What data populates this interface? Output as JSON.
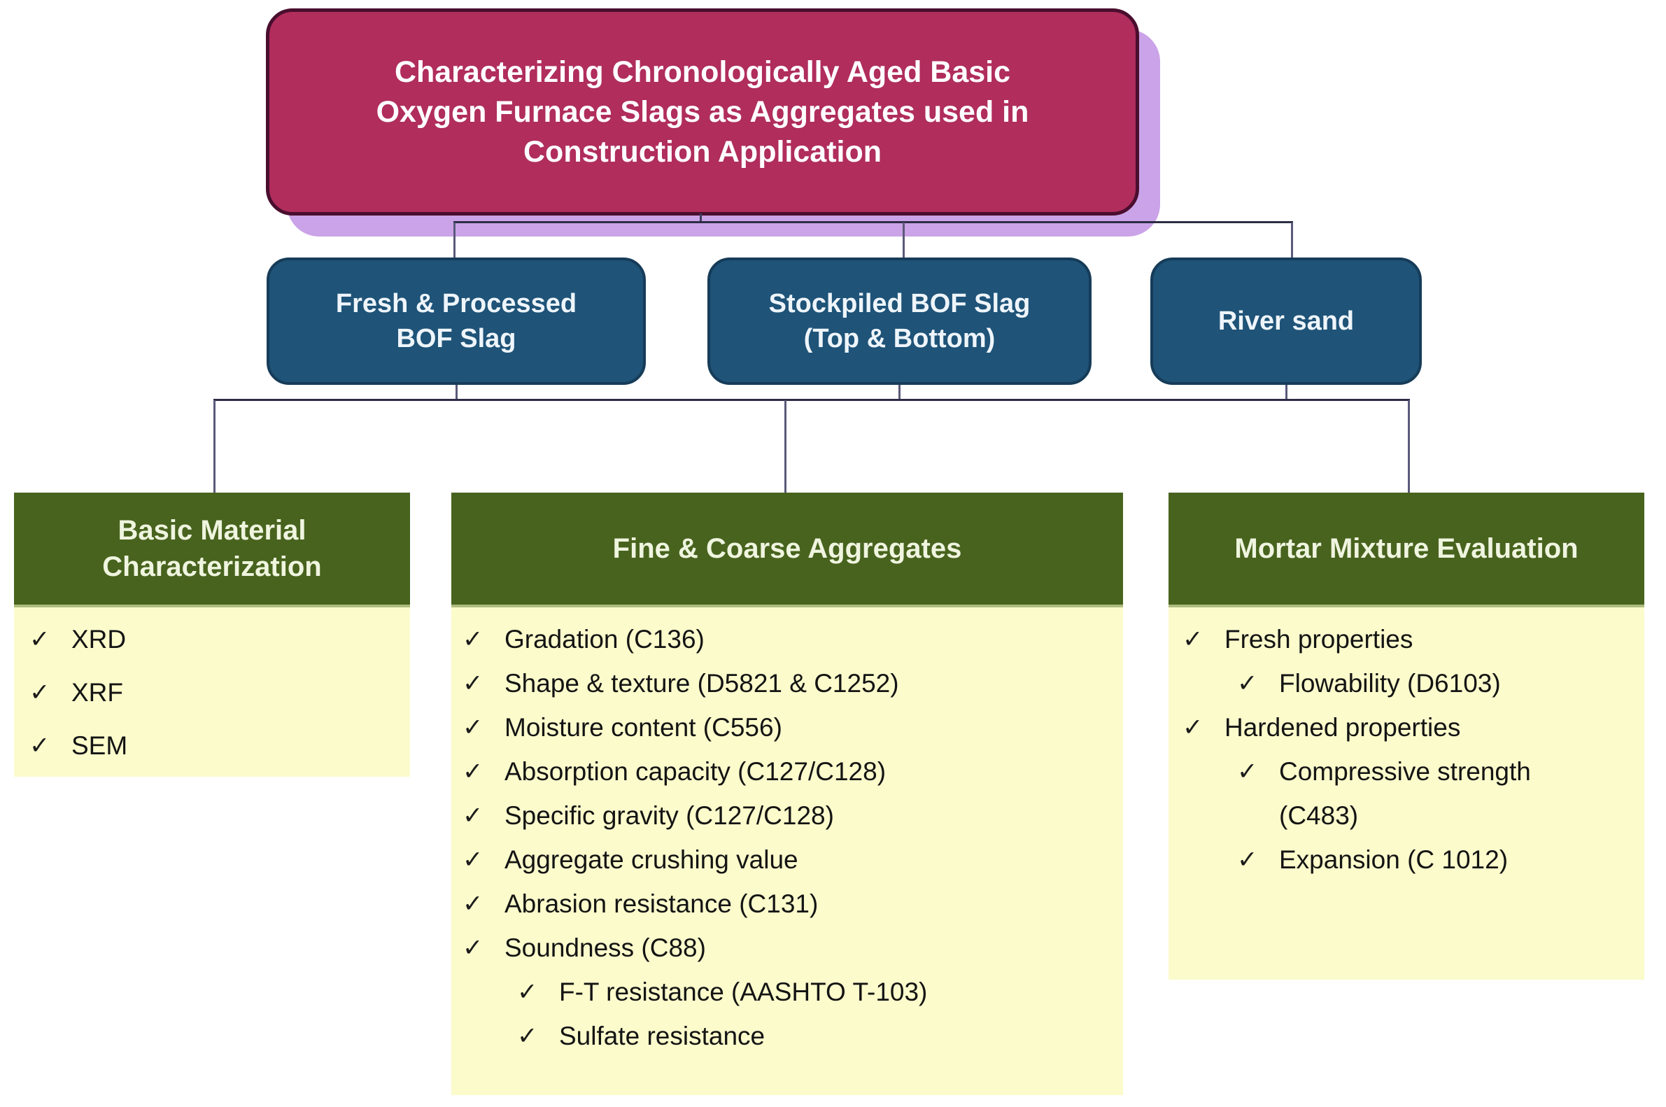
{
  "title": {
    "lines": [
      "Characterizing Chronologically Aged Basic",
      "Oxygen Furnace Slags as Aggregates used in",
      "Construction Application"
    ]
  },
  "sources": [
    {
      "lines": [
        "Fresh & Processed",
        "BOF Slag"
      ]
    },
    {
      "lines": [
        "Stockpiled BOF Slag",
        "(Top & Bottom)"
      ]
    },
    {
      "lines": [
        "River sand"
      ]
    }
  ],
  "panels": [
    {
      "header": "Basic Material Characterization",
      "header_lines": [
        "Basic Material",
        "Characterization"
      ],
      "items": [
        {
          "text": "XRD",
          "indent": 0,
          "check": true
        },
        {
          "text": "XRF",
          "indent": 0,
          "check": true
        },
        {
          "text": "SEM",
          "indent": 0,
          "check": true
        }
      ]
    },
    {
      "header": "Fine & Coarse Aggregates",
      "items": [
        {
          "text": "Gradation (C136)",
          "indent": 0,
          "check": true
        },
        {
          "text": "Shape & texture (D5821 & C1252)",
          "indent": 0,
          "check": true
        },
        {
          "text": "Moisture content (C556)",
          "indent": 0,
          "check": true
        },
        {
          "text": "Absorption capacity (C127/C128)",
          "indent": 0,
          "check": true
        },
        {
          "text": "Specific gravity (C127/C128)",
          "indent": 0,
          "check": true
        },
        {
          "text": "Aggregate crushing value",
          "indent": 0,
          "check": true
        },
        {
          "text": "Abrasion resistance (C131)",
          "indent": 0,
          "check": true
        },
        {
          "text": "Soundness (C88)",
          "indent": 0,
          "check": true
        },
        {
          "text": "F-T resistance (AASHTO T-103)",
          "indent": 1,
          "check": true
        },
        {
          "text": "Sulfate resistance",
          "indent": 1,
          "check": true
        }
      ]
    },
    {
      "header": "Mortar Mixture Evaluation",
      "items": [
        {
          "text": "Fresh properties",
          "indent": 0,
          "check": true
        },
        {
          "text": "Flowability (D6103)",
          "indent": 1,
          "check": true
        },
        {
          "text": "Hardened properties",
          "indent": 0,
          "check": true
        },
        {
          "text": "Compressive strength",
          "indent": 1,
          "check": true
        },
        {
          "text": "(C483)",
          "indent": 1,
          "check": false
        },
        {
          "text": "Expansion (C 1012)",
          "indent": 1,
          "check": true
        }
      ]
    }
  ],
  "check_glyph": "✓",
  "colors": {
    "title_fill": "#b02d5c",
    "title_border": "#4a0e2e",
    "title_shadow": "#cba3e8",
    "source_fill": "#1f5378",
    "source_border": "#163c59",
    "panel_header_fill": "#48631e",
    "panel_header_text": "#eff5df",
    "panel_body_fill": "#fbfbcc",
    "connector": "#2c2c46",
    "list_text": "#141414"
  }
}
